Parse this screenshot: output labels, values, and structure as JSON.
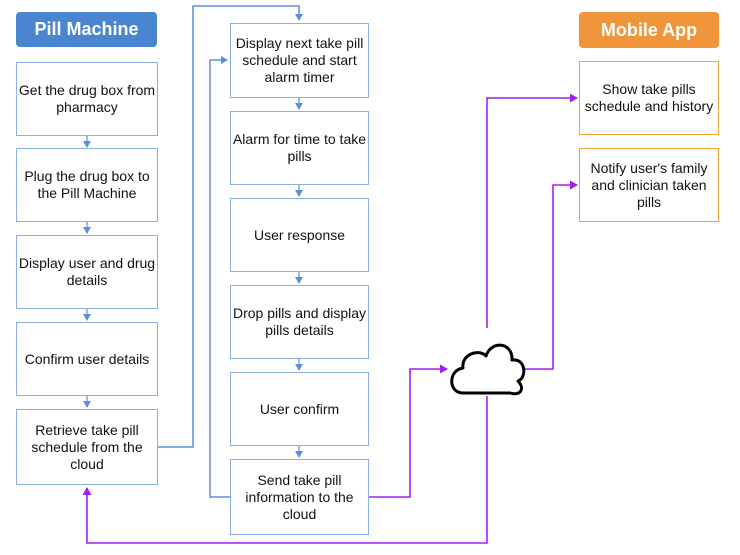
{
  "colors": {
    "pill_header": "#4a85d0",
    "app_header": "#f0953a",
    "blue_border": "#8ab0e6",
    "orange_border": "#f0a43a",
    "blue_arrow": "#5b8ee0",
    "purple_line": "#a020f0"
  },
  "pill_machine": {
    "title": "Pill Machine",
    "steps": [
      "Get the drug box from pharmacy",
      "Plug the drug box to the Pill Machine",
      "Display user and drug details",
      "Confirm user details",
      "Retrieve take pill schedule from the cloud"
    ]
  },
  "middle_flow": {
    "steps": [
      "Display next take pill schedule and start alarm timer",
      "Alarm for time to take pills",
      "User response",
      "Drop pills and display pills details",
      "User confirm",
      "Send take pill information to the cloud"
    ]
  },
  "cloud": {
    "icon": "cloud-icon"
  },
  "mobile_app": {
    "title": "Mobile App",
    "items": [
      "Show take pills schedule and history",
      "Notify user's family and clinician taken pills"
    ]
  }
}
